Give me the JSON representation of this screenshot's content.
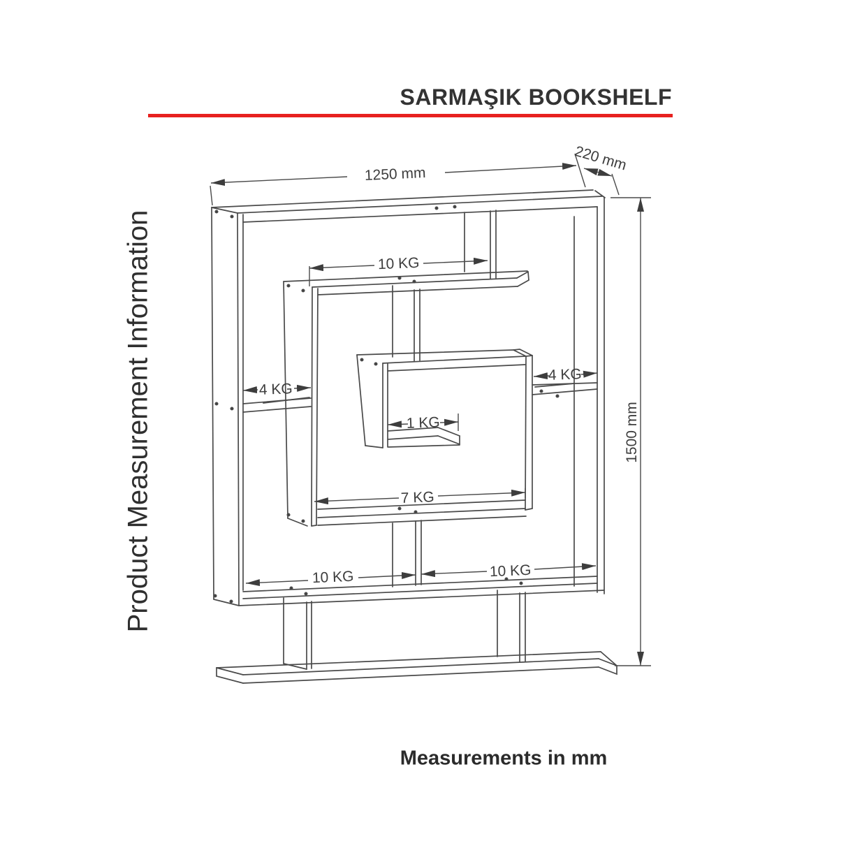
{
  "header": {
    "title": "SARMAŞIK BOOKSHELF"
  },
  "accent_color": "#e7211f",
  "sidebar_label": "Product Measurement Information",
  "footer": {
    "note": "Measurements in mm"
  },
  "diagram": {
    "dimensions": {
      "width": "1250 mm",
      "depth": "220 mm",
      "height": "1500 mm"
    },
    "load_labels": {
      "top_shelf": "10 KG",
      "left_shelf": "4 KG",
      "right_shelf": "4 KG",
      "inner_shelf": "1 KG",
      "middle_shelf": "7 KG",
      "bottom_left_shelf": "10 KG",
      "bottom_right_shelf": "10 KG"
    }
  }
}
